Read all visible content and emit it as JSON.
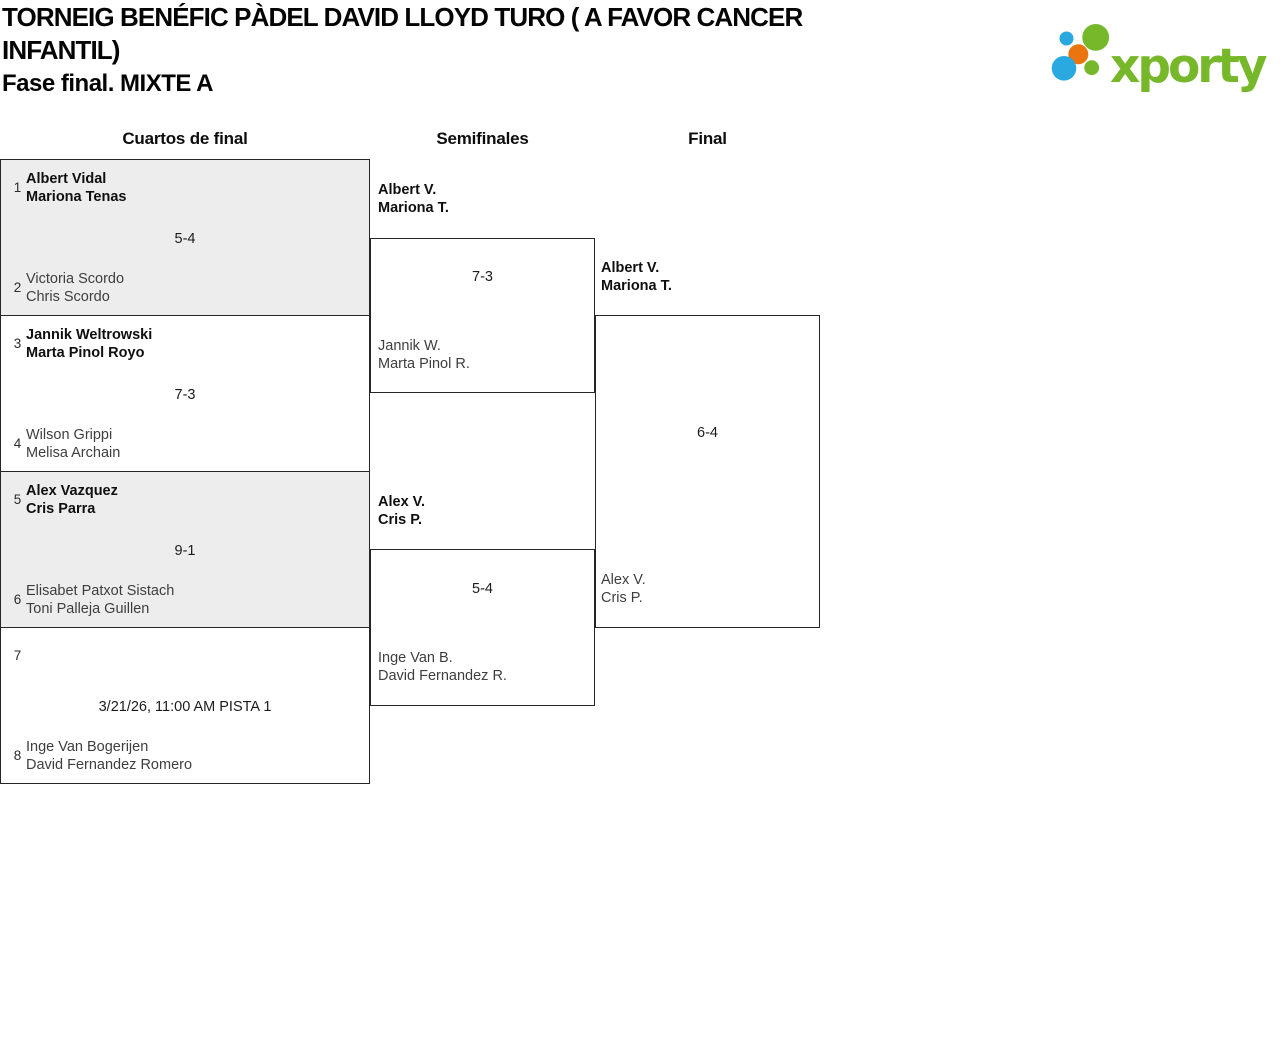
{
  "header": {
    "title": "TORNEIG BENÉFIC PÀDEL DAVID LLOYD TURO ( A FAVOR CANCER INFANTIL)",
    "subtitle": "Fase final. MIXTE A"
  },
  "logo": {
    "text": "xporty",
    "colors": {
      "green": "#76b82a",
      "blue": "#2aa9e0",
      "orange": "#ea750f"
    }
  },
  "round_headers": {
    "quarterfinals": "Cuartos de final",
    "semifinals": "Semifinales",
    "final": "Final"
  },
  "bracket": {
    "quarterfinals": [
      {
        "seed_top": "1",
        "team_top": [
          "Albert Vidal",
          "Mariona Tenas"
        ],
        "score": "5-4",
        "winner": "top",
        "seed_bottom": "2",
        "team_bottom": [
          "Victoria Scordo",
          "Chris Scordo"
        ]
      },
      {
        "seed_top": "3",
        "team_top": [
          "Jannik Weltrowski",
          "Marta Pinol Royo"
        ],
        "score": "7-3",
        "winner": "top",
        "seed_bottom": "4",
        "team_bottom": [
          "Wilson Grippi",
          "Melisa Archain"
        ]
      },
      {
        "seed_top": "5",
        "team_top": [
          "Alex Vazquez",
          "Cris Parra"
        ],
        "score": "9-1",
        "winner": "top",
        "seed_bottom": "6",
        "team_bottom": [
          "Elisabet Patxot Sistach",
          "Toni Palleja Guillen"
        ]
      },
      {
        "seed_top": "7",
        "team_top": [
          "",
          ""
        ],
        "schedule": "3/21/26, 11:00 AM PISTA 1",
        "seed_bottom": "8",
        "team_bottom": [
          "Inge Van Bogerijen",
          "David Fernandez Romero"
        ]
      }
    ],
    "semifinals": [
      {
        "team_top": [
          "Albert V.",
          "Mariona T."
        ],
        "score": "7-3",
        "winner": "top",
        "team_bottom": [
          "Jannik W.",
          "Marta Pinol R."
        ]
      },
      {
        "team_top": [
          "Alex V.",
          "Cris P."
        ],
        "score": "5-4",
        "winner": "top",
        "team_bottom": [
          "Inge Van B.",
          "David Fernandez R."
        ]
      }
    ],
    "final": {
      "team_top": [
        "Albert V.",
        "Mariona T."
      ],
      "score": "6-4",
      "winner": "top",
      "team_bottom": [
        "Alex V.",
        "Cris P."
      ]
    }
  }
}
